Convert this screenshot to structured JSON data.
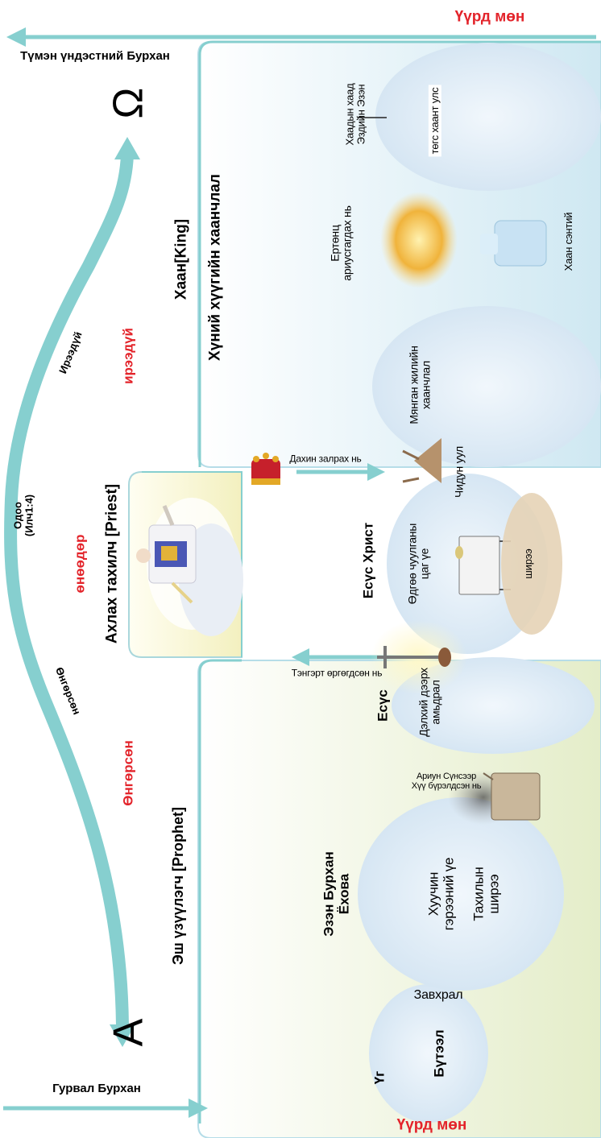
{
  "top_label": "Үүрд мөн",
  "bottom_label": "Үүрд мөн",
  "arrow_top_label": "Түмэн үндэстний Бурхан",
  "arrow_bottom_label": "Гурвал Бурхан",
  "omega": "Ω",
  "alpha": "A",
  "now_label": "Одоо\n(Илч1:4)",
  "curve_future": "Ирээдүй",
  "curve_past": "Өнгөрсөн",
  "time_future": "ирээдүй",
  "time_today": "өнөөдөр",
  "time_past": "Өнгөрсөн",
  "role_king": "Хаан[King]",
  "role_priest": "Ахлах тахилч [Priest]",
  "role_prophet": "Эш үзүүлэгч  [Prophet]",
  "kingdom_label": "Хүний хүүгийн хаанчлал",
  "entities": {
    "word": "Үг",
    "jehovah": "Эзэн Бурхан\nЁхова",
    "jesus": "Есүс",
    "jesus_christ": "Есүс Христ"
  },
  "circles": {
    "creation": "Бүтээл",
    "old_testament": "Хуучин\nгэрээний үе",
    "earth_life": "Дэлхий дээрх\nамьдрал",
    "church_age": "Өдгөө чуулганы\nцаг үе",
    "millennium": "Мянган жилийн\nхаанчлал",
    "eternal_kingdom": "төгс хаант улс"
  },
  "labels": {
    "fall": "Завхрал",
    "altar_sacrifice": "Тахилын\nширээ",
    "holy_spirit": "Ариун Сүнсээр\nХүү бүрэлдсэн нь",
    "ascension": "Тэнгэрт өргөгдсөн нь",
    "table": "ширээ",
    "second_coming": "Дахин залрах нь",
    "mount_olives": "Чидун уул",
    "world_cleansing": "Ертөнц\nариусгагдах нь",
    "throne": "Хаан сэнтий",
    "king_of_kings": "Хаадын хаад\nЭздийн Эзэн"
  },
  "colors": {
    "arrow": "#86cfcf",
    "red": "#e3242b",
    "band_blue": "#d6ecf3",
    "band_green": "#e6efcf",
    "band_yellow": "#f6f3c8",
    "circle": "#dbe9f4"
  }
}
